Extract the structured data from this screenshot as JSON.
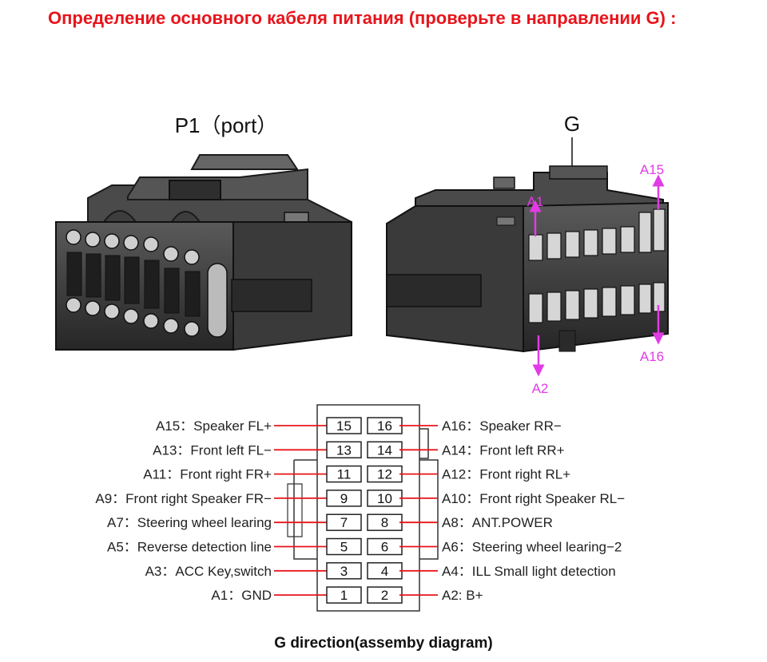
{
  "title": "Определение основного кабеля питания (проверьте в направлении G) :",
  "connectors": {
    "left_label": "P1（port）",
    "right_label": "G",
    "pin_tags": {
      "a1": "A1",
      "a2": "A2",
      "a15": "A15",
      "a16": "A16"
    }
  },
  "pinout": {
    "rows": [
      {
        "left": "A15：Speaker  FL+",
        "pin_left": "15",
        "pin_right": "16",
        "right": "A16：Speaker  RR−"
      },
      {
        "left": "A13：Front left  FL−",
        "pin_left": "13",
        "pin_right": "14",
        "right": "A14：Front left  RR+"
      },
      {
        "left": "A11：Front right  FR+",
        "pin_left": "11",
        "pin_right": "12",
        "right": "A12：Front right  RL+"
      },
      {
        "left": "A9：Front right Speaker  FR−",
        "pin_left": "9",
        "pin_right": "10",
        "right": "A10：Front right Speaker   RL−"
      },
      {
        "left": "A7：Steering wheel learing",
        "pin_left": "7",
        "pin_right": "8",
        "right": "A8：ANT.POWER"
      },
      {
        "left": "A5：Reverse detection line",
        "pin_left": "5",
        "pin_right": "6",
        "right": "A6：Steering wheel learing−2"
      },
      {
        "left": "A3：ACC Key,switch",
        "pin_left": "3",
        "pin_right": "4",
        "right": "A4：ILL   Small light detection"
      },
      {
        "left": "A1：GND",
        "pin_left": "1",
        "pin_right": "2",
        "right": "A2: B+"
      }
    ]
  },
  "caption": "G direction(assemby diagram)",
  "colors": {
    "title": "#e8141b",
    "leader": "#e8141b",
    "tag": "#e23be6",
    "connector": "#3a3a3a"
  }
}
